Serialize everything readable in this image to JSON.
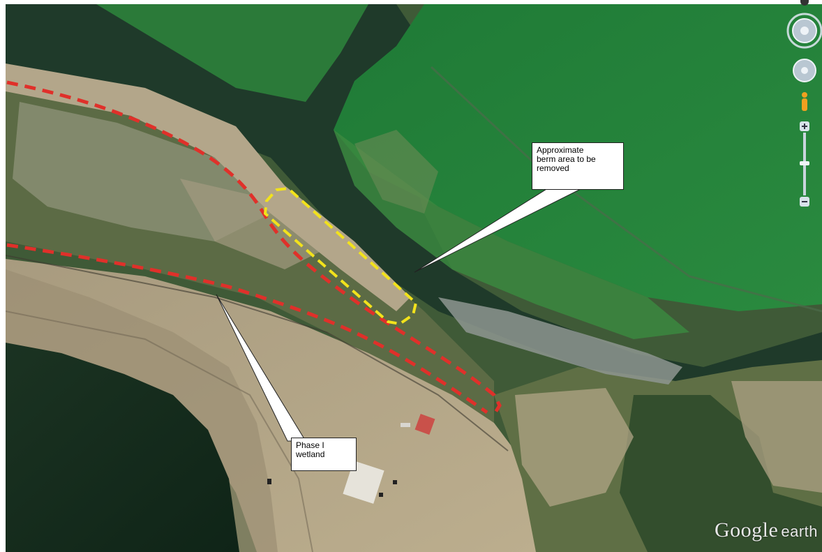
{
  "map": {
    "callouts": {
      "berm": "Approximate\nberm area to be\nremoved",
      "wetland": "Phase I\nwetland"
    },
    "watermark": {
      "brand": "Google",
      "product": "earth"
    },
    "boundary_colors": {
      "phase1_wetland_outline": "#e0302a",
      "berm_outline": "#f2e21c"
    },
    "controls": {
      "icons": [
        "look-joystick-icon",
        "move-joystick-icon",
        "street-view-pegman-icon",
        "zoom-in-icon",
        "zoom-slider-icon",
        "zoom-out-icon"
      ]
    }
  }
}
